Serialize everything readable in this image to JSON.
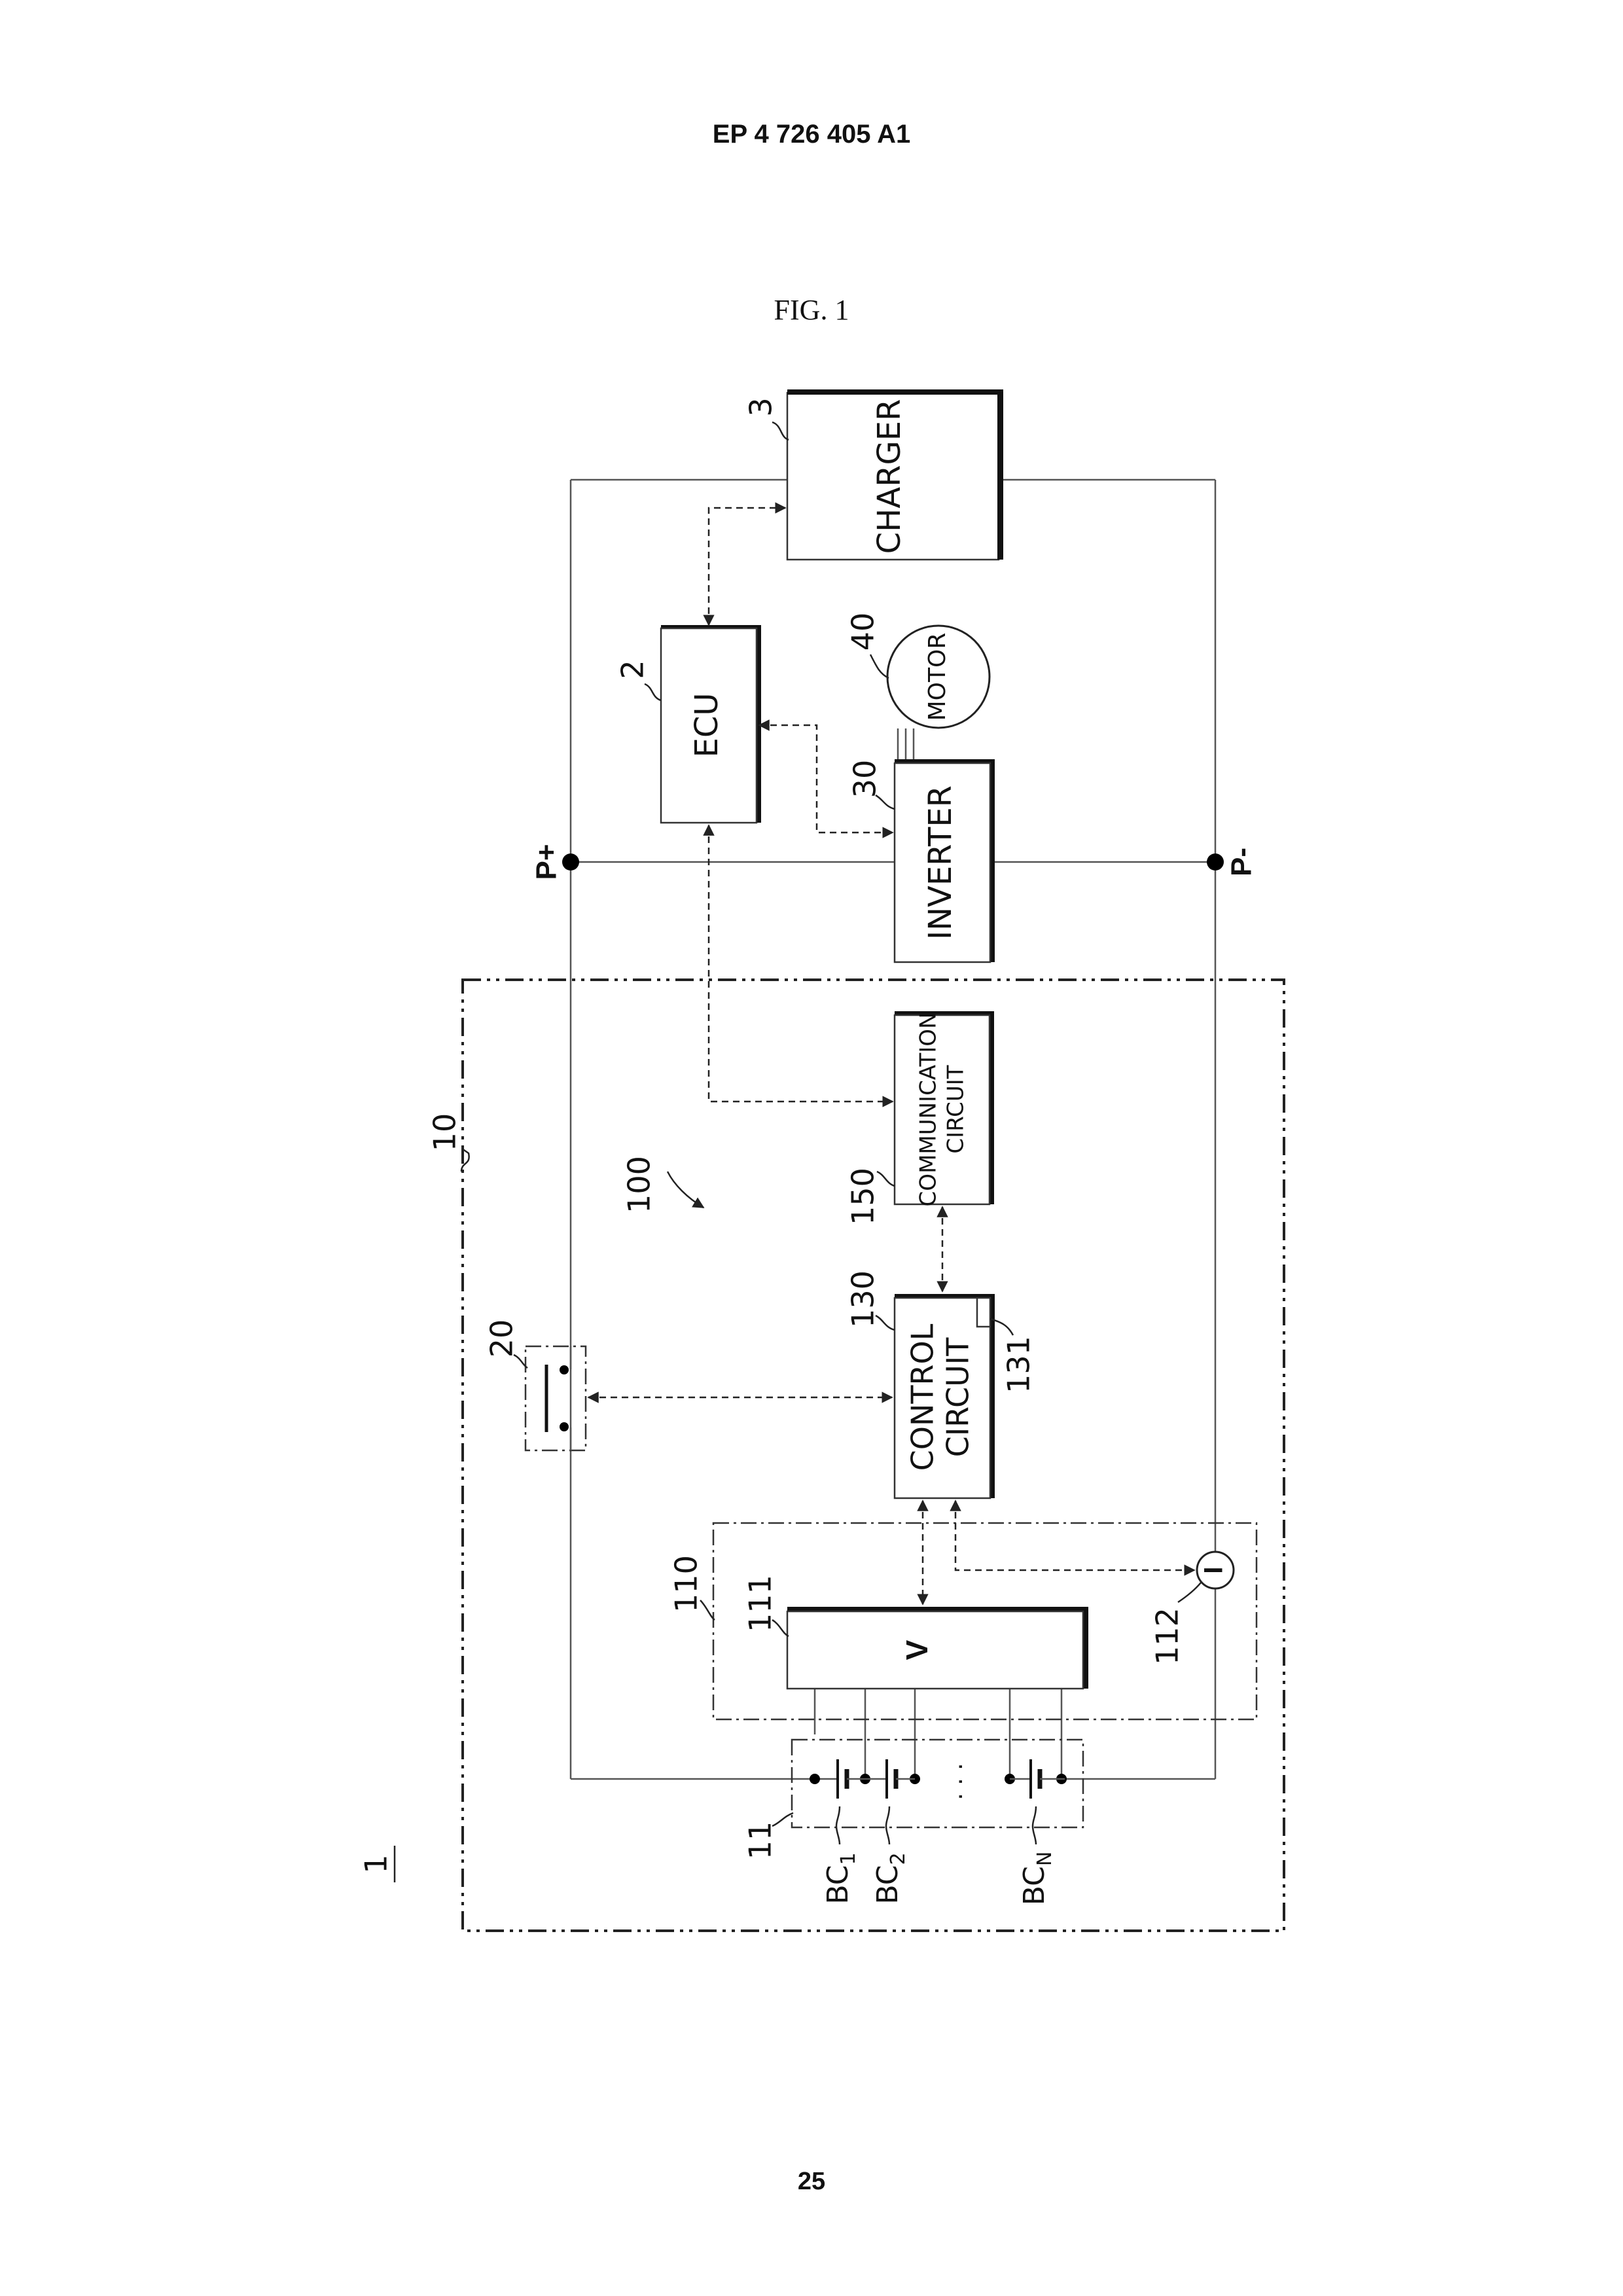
{
  "header": {
    "patent_number": "EP 4 726 405 A1"
  },
  "figure": {
    "title": "FIG. 1"
  },
  "footer": {
    "page_number": "25"
  },
  "diagram": {
    "system_ref": "1",
    "battery_pack_ref": "10",
    "apparatus_ref": "100",
    "terminals": {
      "positive": "P+",
      "negative": "P-"
    },
    "blocks": {
      "charger": {
        "ref": "3",
        "label": "CHARGER"
      },
      "ecu": {
        "ref": "2",
        "label": "ECU"
      },
      "motor": {
        "ref": "40",
        "label": "MOTOR"
      },
      "inverter": {
        "ref": "30",
        "label": "INVERTER"
      },
      "communication": {
        "ref": "150",
        "line1": "COMMUNICATION",
        "line2": "CIRCUIT"
      },
      "control": {
        "ref": "130",
        "line1": "CONTROL",
        "line2": "CIRCUIT",
        "memory_ref": "131"
      },
      "relay": {
        "ref": "20"
      },
      "sensing": {
        "ref": "110"
      },
      "voltage": {
        "ref": "111",
        "label": "V"
      },
      "current": {
        "ref": "112",
        "label": "I"
      },
      "cell_group": {
        "ref": "11"
      }
    },
    "cells": [
      {
        "base": "BC",
        "sub": "1"
      },
      {
        "base": "BC",
        "sub": "2"
      },
      {
        "base": "BC",
        "sub": "N"
      }
    ],
    "ellipsis": "· · ·"
  }
}
